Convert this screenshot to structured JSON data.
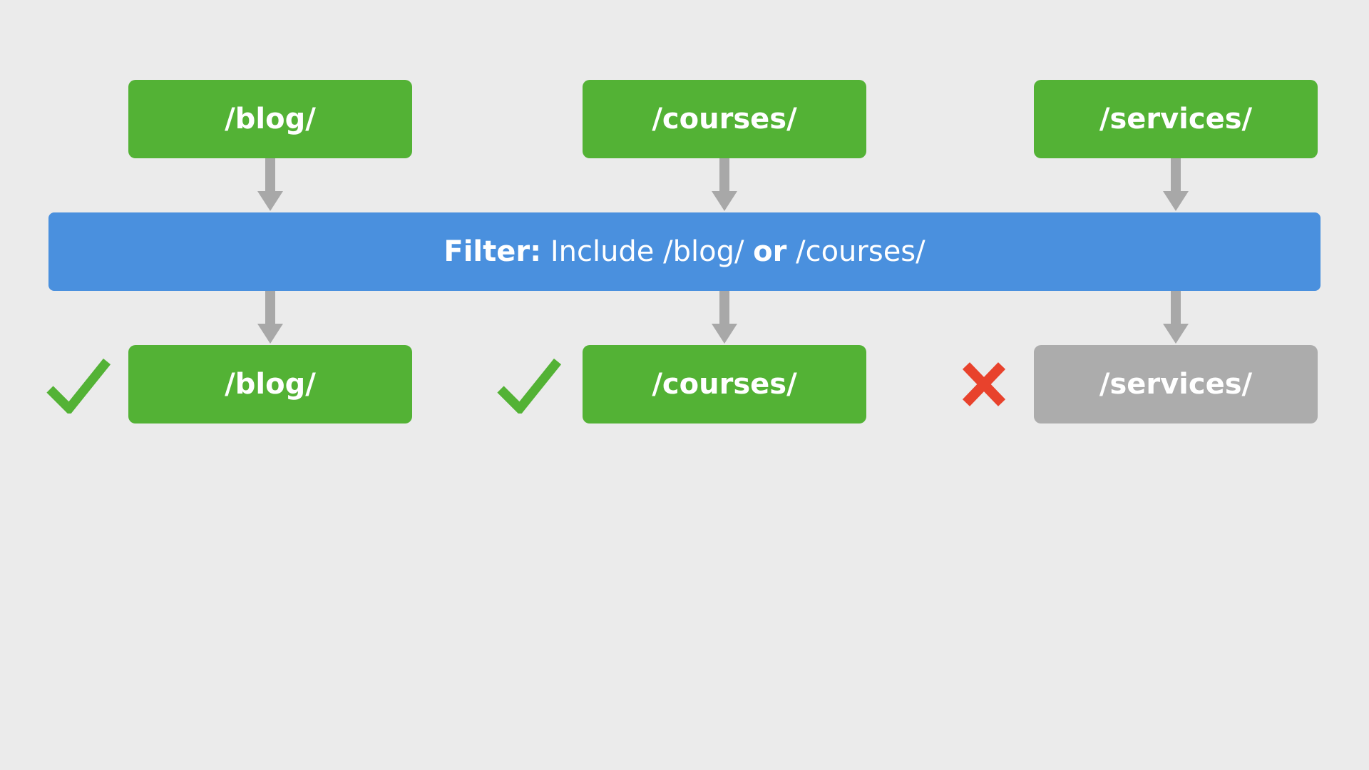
{
  "colors": {
    "background": "#EBEBEB",
    "green": "#53B235",
    "blue": "#4A90DE",
    "gray_box": "#ACACAC",
    "arrow": "#A8A8A8",
    "cross": "#E8422C",
    "box_text": "#FFFFFF"
  },
  "top_row": [
    {
      "label": "/blog/"
    },
    {
      "label": "/courses/"
    },
    {
      "label": "/services/"
    }
  ],
  "filter_bar": {
    "bold_1": "Filter:",
    "normal_1": "Include /blog/",
    "bold_2": "or",
    "normal_2": "/courses/"
  },
  "bottom_row": [
    {
      "label": "/blog/",
      "status": "included",
      "icon": "check-icon"
    },
    {
      "label": "/courses/",
      "status": "included",
      "icon": "check-icon"
    },
    {
      "label": "/services/",
      "status": "excluded",
      "icon": "cross-icon"
    }
  ]
}
